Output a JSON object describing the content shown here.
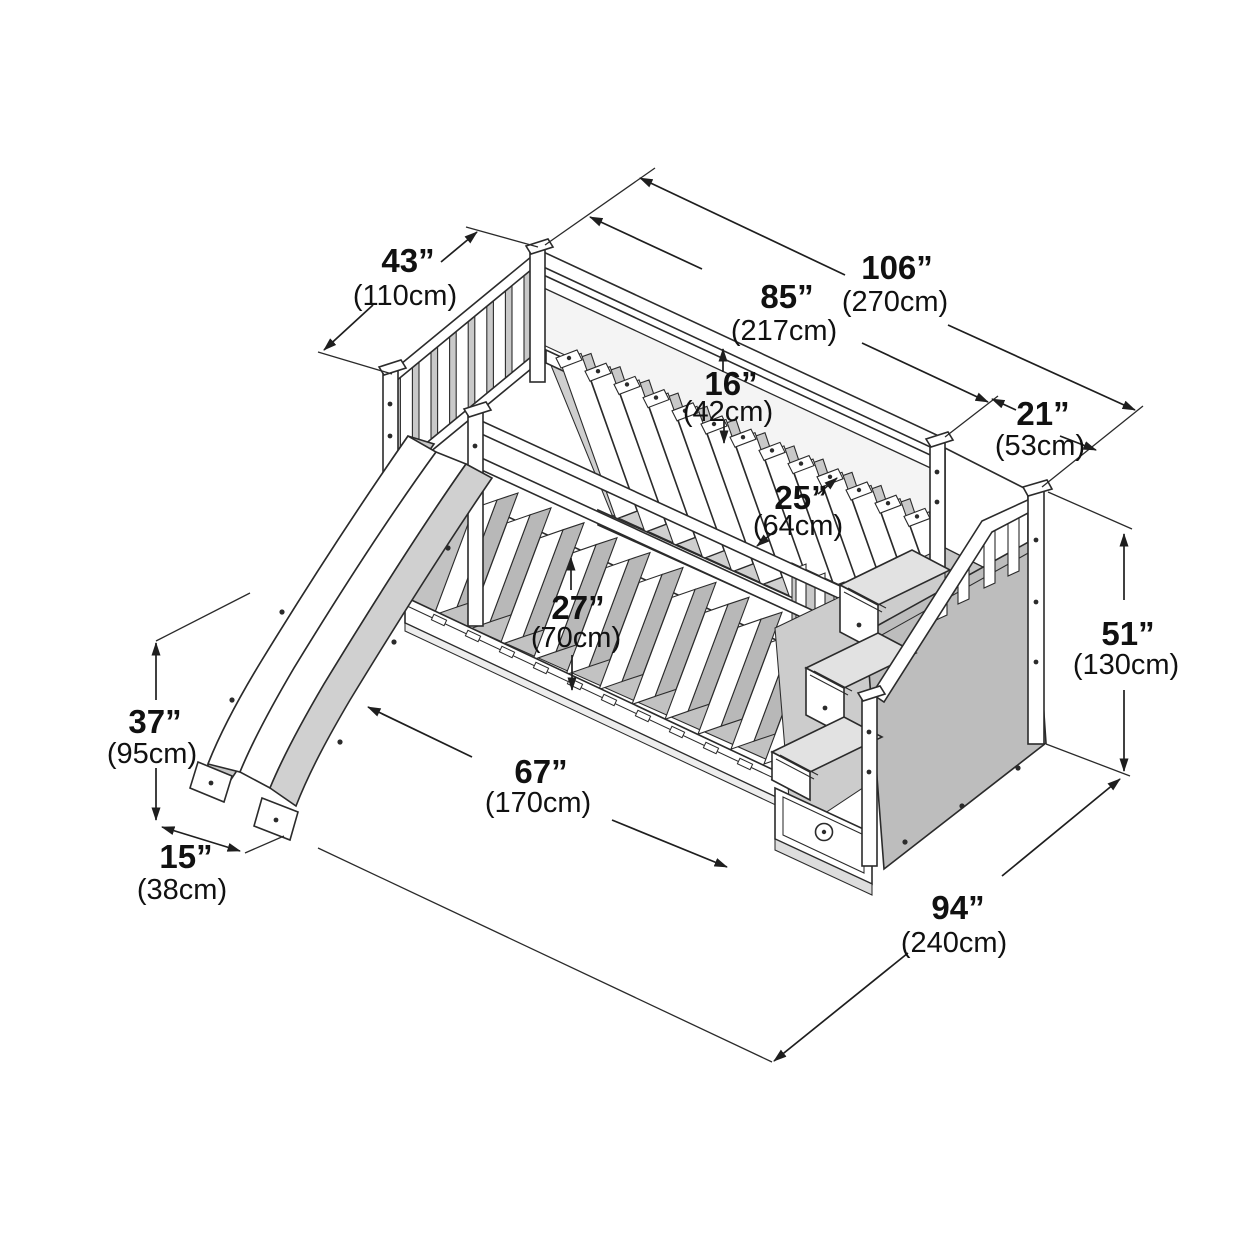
{
  "figure": {
    "title": "Bunk bed with slide and storage staircase — dimension diagram",
    "style": "isometric technical line drawing",
    "background": "#ffffff",
    "line_color": "#1e1e1e",
    "panel_gray": "#bdbdbd",
    "shade_gray": "#c9c9c9",
    "tread_gray": "#e2e2e2"
  },
  "dims": {
    "d43": {
      "name": "foot-end width",
      "in": "43”",
      "cm": "(110cm)"
    },
    "d106": {
      "name": "overall length",
      "in": "106”",
      "cm": "(270cm)"
    },
    "d85": {
      "name": "bed length",
      "in": "85”",
      "cm": "(217cm)"
    },
    "d16": {
      "name": "guardrail height",
      "in": "16”",
      "cm": "(42cm)"
    },
    "d21": {
      "name": "staircase depth",
      "in": "21”",
      "cm": "(53cm)"
    },
    "d25": {
      "name": "top entry opening",
      "in": "25”",
      "cm": "(64cm)"
    },
    "d27": {
      "name": "gap between bunks",
      "in": "27”",
      "cm": "(70cm)"
    },
    "d51": {
      "name": "overall height",
      "in": "51”",
      "cm": "(130cm)"
    },
    "d37": {
      "name": "slide height",
      "in": "37”",
      "cm": "(95cm)"
    },
    "d67": {
      "name": "lower bed length",
      "in": "67”",
      "cm": "(170cm)"
    },
    "d15": {
      "name": "slide foot offset",
      "in": "15”",
      "cm": "(38cm)"
    },
    "d94": {
      "name": "overall depth",
      "in": "94”",
      "cm": "(240cm)"
    }
  }
}
